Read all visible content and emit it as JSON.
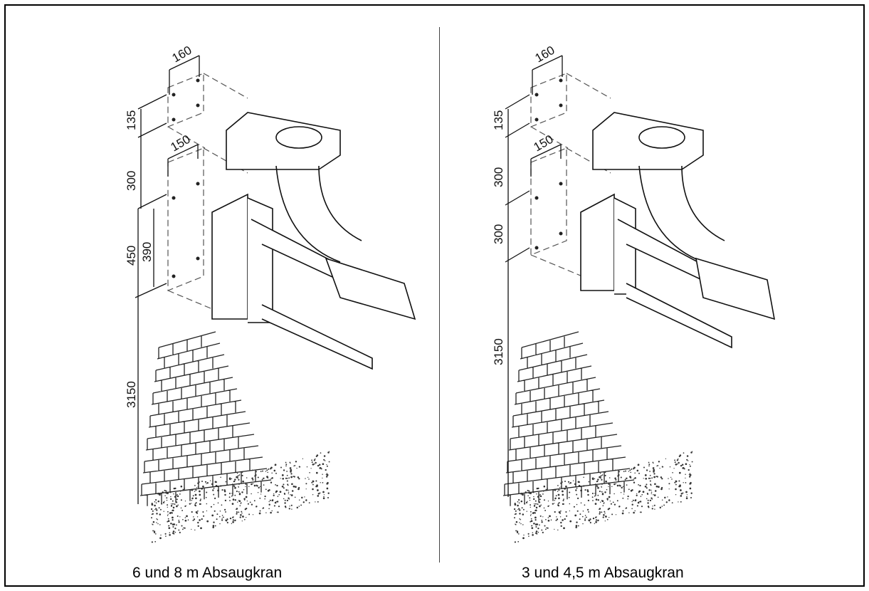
{
  "panels": [
    {
      "caption": "6 und 8 m Absaugkran",
      "dimensions": {
        "top_width": "160",
        "top_height": "135",
        "gap": "300",
        "bottom_width": "150",
        "bottom_height": "450",
        "bottom_inner": "390",
        "floor_height": "3150"
      }
    },
    {
      "caption": "3 und 4,5 m Absaugkran",
      "dimensions": {
        "top_width": "160",
        "top_height": "135",
        "gap": "300",
        "bottom_width": "150",
        "bottom_height": "300",
        "floor_height": "3150"
      }
    }
  ]
}
